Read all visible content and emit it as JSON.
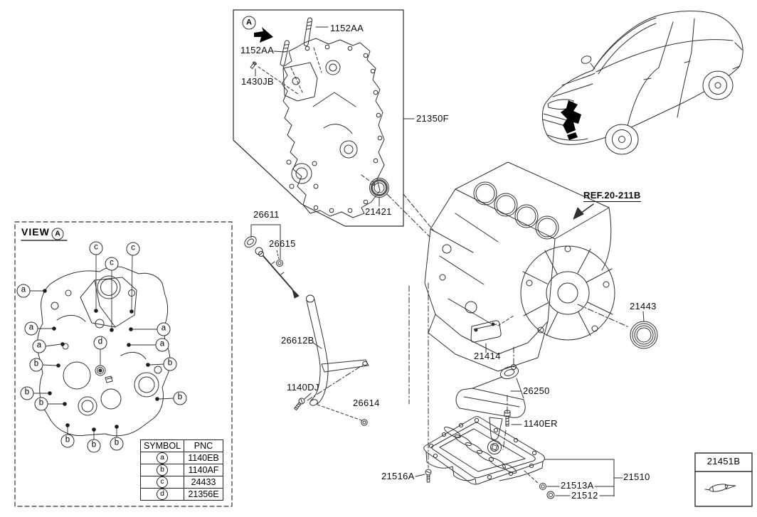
{
  "diagram": {
    "background": "#ffffff",
    "line_color": "#2f2f2f",
    "text_color": "#0b0b0b"
  },
  "view_marker": {
    "letter": "A"
  },
  "part_labels": {
    "stud": "1152AA",
    "bolt_1430jb": "1430JB",
    "timing_cover": "21350F",
    "front_seal": "21421",
    "oil_level_gauge": "26611",
    "oring_26615": "26615",
    "gauge_tube": "26612B",
    "bolt_1140dj": "1140DJ",
    "grommet_26614": "26614",
    "block_ref": "REF.20-211B",
    "rear_seal": "21443",
    "plate_21414": "21414",
    "oil_screen": "26250",
    "bolt_1140er": "1140ER",
    "pan_bolt": "21516A",
    "oil_pan": "21510",
    "drain_washer": "21513A",
    "drain_plug": "21512",
    "detail_box_part": "21451B"
  },
  "view_a": {
    "title": "VIEW",
    "letter": "A",
    "callouts": [
      {
        "letter": "c"
      },
      {
        "letter": "c"
      },
      {
        "letter": "c"
      },
      {
        "letter": "a"
      },
      {
        "letter": "a"
      },
      {
        "letter": "a"
      },
      {
        "letter": "a"
      },
      {
        "letter": "a"
      },
      {
        "letter": "d"
      },
      {
        "letter": "b"
      },
      {
        "letter": "b"
      },
      {
        "letter": "b"
      },
      {
        "letter": "b"
      },
      {
        "letter": "b"
      },
      {
        "letter": "b"
      },
      {
        "letter": "b"
      },
      {
        "letter": "b"
      }
    ]
  },
  "symbol_table": {
    "headers": [
      "SYMBOL",
      "PNC"
    ],
    "rows": [
      {
        "symbol": "a",
        "pnc": "1140EB"
      },
      {
        "symbol": "b",
        "pnc": "1140AF"
      },
      {
        "symbol": "c",
        "pnc": "24433"
      },
      {
        "symbol": "d",
        "pnc": "21356E"
      }
    ]
  }
}
